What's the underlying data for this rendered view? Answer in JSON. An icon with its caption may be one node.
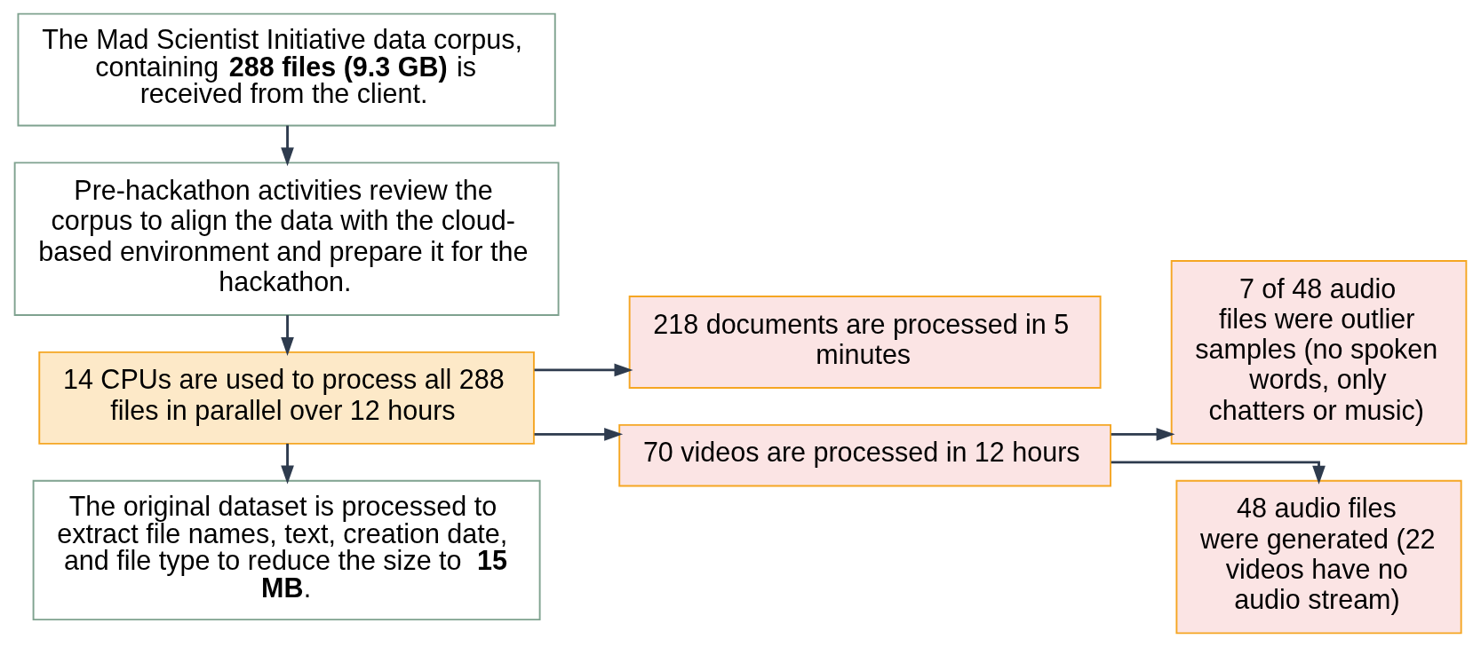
{
  "diagram": {
    "nodes": [
      {
        "text": [
          "The Mad Scientist Initiative data corpus, containing **288 files (9.3 GB)** is received from the client."
        ]
      },
      {
        "text": [
          "Pre-hackathon activities review the corpus to align the data with the cloud-based environment and prepare it for the hackathon."
        ]
      },
      {
        "text": [
          "14 CPUs are used to process all 288 files in parallel over 12 hours"
        ]
      },
      {
        "text": [
          "The original dataset is processed to extract file names, text, creation date, and file type to reduce the size to **15 MB**."
        ]
      },
      {
        "text": [
          "218 documents are processed in 5 minutes"
        ]
      },
      {
        "text": [
          "70 videos are processed in 12 hours"
        ]
      },
      {
        "text": [
          "7 of 48 audio files were outlier samples (no spoken words, only chatters or music)"
        ]
      },
      {
        "text": [
          "48 audio files were generated (22 videos have no audio stream)"
        ]
      }
    ],
    "edges": [
      {
        "from": 0,
        "to": 1,
        "arrow": "to"
      },
      {
        "from": 1,
        "to": 2,
        "arrow": "to"
      },
      {
        "from": 2,
        "to": 3,
        "arrow": "to"
      },
      {
        "from": 2,
        "to": 4,
        "arrow": "to"
      },
      {
        "from": 2,
        "to": 5,
        "arrow": "to"
      },
      {
        "from": 5,
        "to": 6,
        "arrow": "to"
      },
      {
        "from": 5,
        "to": 7,
        "arrow": "to"
      }
    ]
  }
}
